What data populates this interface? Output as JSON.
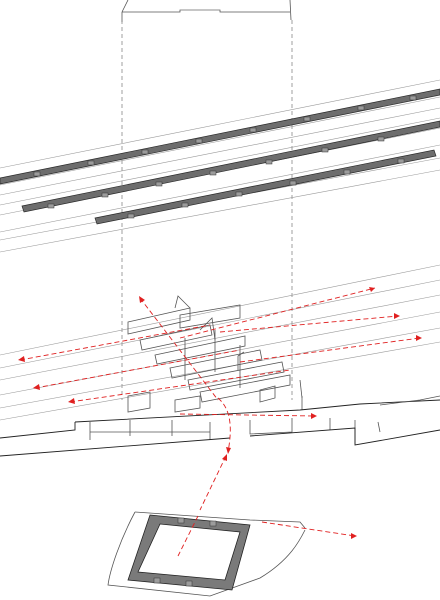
{
  "colors": {
    "background": "#ffffff",
    "linework": "#555555",
    "canopy": "#6d6d6d",
    "flow_arrows": "#e02020",
    "guides": "#777777"
  },
  "layers": [
    {
      "name": "tower"
    },
    {
      "name": "canopies",
      "count": 3
    },
    {
      "name": "track-platform-level"
    },
    {
      "name": "concourse"
    },
    {
      "name": "ground-pavilion"
    }
  ]
}
